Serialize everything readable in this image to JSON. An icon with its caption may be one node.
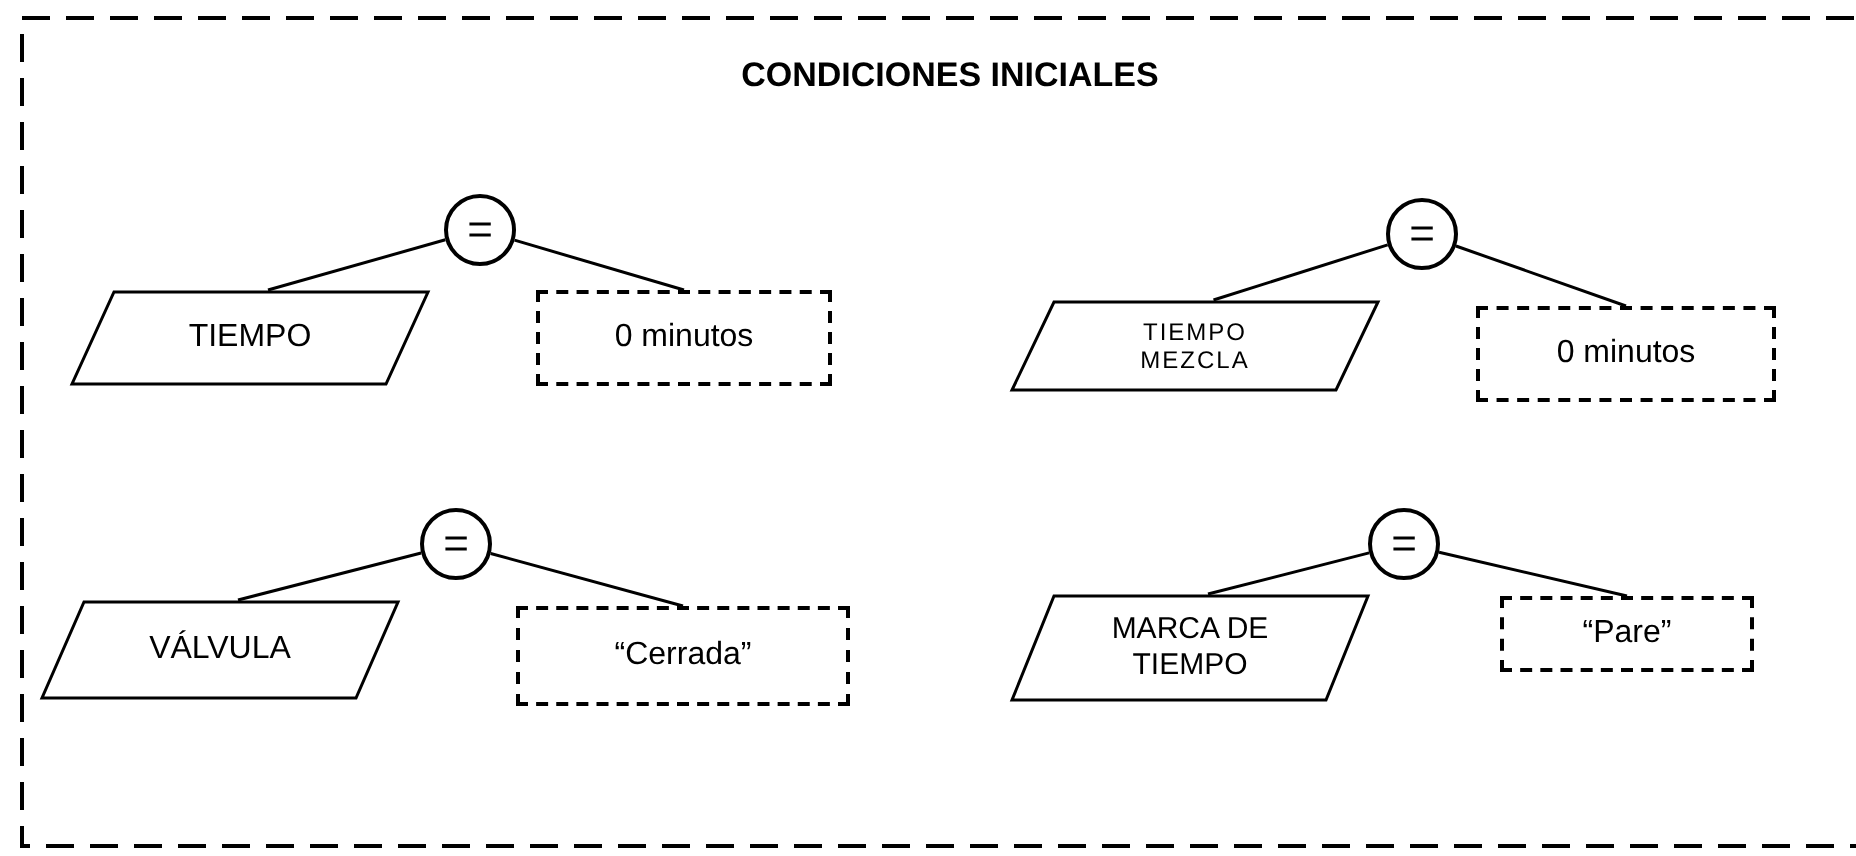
{
  "diagram": {
    "nodes": [
      {
        "text": [
          "CONDICIONES INICIALES"
        ]
      },
      {
        "text": [
          "="
        ],
        "in": 0
      },
      {
        "text": [
          "TIEMPO"
        ],
        "in": 0
      },
      {
        "text": [
          "0 minutos"
        ],
        "in": 0
      },
      {
        "text": [
          "="
        ],
        "in": 0
      },
      {
        "text": [
          "TIEMPO MEZCLA"
        ],
        "in": 0
      },
      {
        "text": [
          "0 minutos"
        ],
        "in": 0
      },
      {
        "text": [
          "="
        ],
        "in": 0
      },
      {
        "text": [
          "VÁLVULA"
        ],
        "in": 0
      },
      {
        "text": [
          "“Cerrada”"
        ],
        "in": 0
      },
      {
        "text": [
          "="
        ],
        "in": 0
      },
      {
        "text": [
          "MARCA DE TIEMPO"
        ],
        "in": 0
      },
      {
        "text": [
          "“Pare”"
        ],
        "in": 0
      }
    ],
    "edges": [
      {
        "from": 1,
        "to": 2,
        "arrow": "none"
      },
      {
        "from": 1,
        "to": 3,
        "arrow": "none"
      },
      {
        "from": 4,
        "to": 5,
        "arrow": "none"
      },
      {
        "from": 4,
        "to": 6,
        "arrow": "none"
      },
      {
        "from": 7,
        "to": 8,
        "arrow": "none"
      },
      {
        "from": 7,
        "to": 9,
        "arrow": "none"
      },
      {
        "from": 10,
        "to": 11,
        "arrow": "none"
      },
      {
        "from": 10,
        "to": 12,
        "arrow": "none"
      }
    ]
  }
}
